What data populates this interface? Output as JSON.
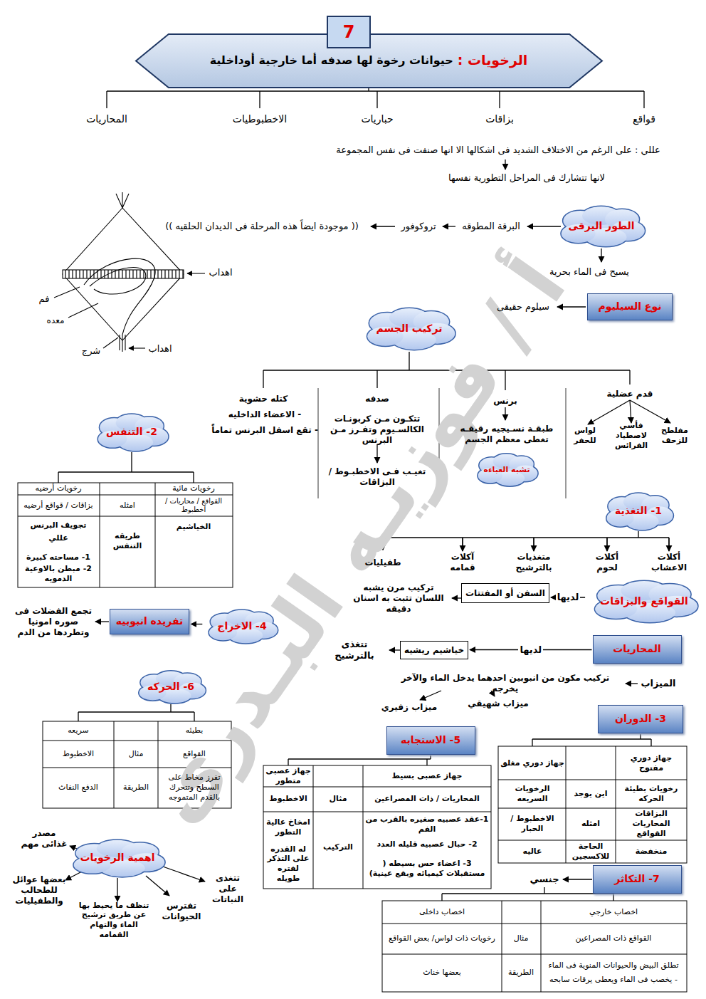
{
  "diagram": {
    "nodes": [
      {
        "text": [
          "الرخويات :",
          "حيوانات رخوة لها صدفه أما خارجية أوداخلية"
        ]
      },
      {
        "text": [
          "7"
        ],
        "in": 0
      },
      {
        "text": [
          "الطور اليرقى"
        ]
      },
      {
        "text": [
          "نوع السيليوم"
        ]
      },
      {
        "text": [
          "تركيب الجسم"
        ]
      },
      {
        "text": [
          "تشبه العباءه"
        ]
      },
      {
        "text": [
          "2- التنفس"
        ]
      },
      {
        "text": [
          "1- التغذية"
        ]
      },
      {
        "text": [
          "القواقع والبزاقات"
        ]
      },
      {
        "text": [
          "السفن أو المفتتات"
        ]
      },
      {
        "text": [
          "المحاريات"
        ]
      },
      {
        "text": [
          "خياشيم ريشيه"
        ]
      },
      {
        "text": [
          "4- الاخراج"
        ]
      },
      {
        "text": [
          "تفريده انبوبيه"
        ]
      },
      {
        "text": [
          "6- الحركه"
        ]
      },
      {
        "text": [
          "3- الدوران"
        ]
      },
      {
        "text": [
          "5- الاستجابه"
        ]
      },
      {
        "text": [
          "اهمية الرخويات"
        ]
      },
      {
        "text": [
          "7- التكاثر"
        ]
      }
    ],
    "edges": [
      {
        "from": 8,
        "to": 9,
        "label": "لديها",
        "arrow": "to"
      },
      {
        "from": 10,
        "to": 11,
        "label": "لديها",
        "arrow": "to"
      },
      {
        "from": 12,
        "to": 13,
        "arrow": "to"
      }
    ],
    "labels": [
      "قواقع",
      "بزاقات",
      "حباريات",
      "الاخطبوطيات",
      "المحاريات",
      "عللي : على الرغم من الاختلاف الشديد فى اشكالها الا انها صنفت فى نفس المجموعة",
      "لانها تتشارك فى المراحل التطورية نفسها",
      "البرقة المطوقه",
      "تروكوفور",
      "(( موجودة ايضاً هذه المرحلة فى الديدان الحلقيه ))",
      "يسبح فى الماء بحرية",
      "اهداب",
      "فم",
      "معده",
      "شرج",
      "اهداب",
      "سيلوم حقيقى",
      "قدم عضلية",
      "مفلطح للزحف",
      "فأسي لاصطياد الفرائس",
      "لواس للحفر",
      "برنس",
      "طبقـة نسـيجيه رقيقـه تغطى معظم الجسم",
      "صدفه",
      "تتكـون مـن كربونـات الكالسـيوم وتفـرز مـن البرنس",
      "تغيـب فـى الاخطبـوط / البزاقات",
      "كتله حشوية",
      "- الاعضاء الداخليه",
      "- تقع اسفل البرنس تماماً",
      "رخويات مائية",
      "رخويات أرضيه",
      "القواقع / محاريات / اخطبوط",
      "امثله",
      "بزاقات / قواقع أرضيه",
      "الخياشيم",
      "طريقه التنفس",
      "تجويف البرنس",
      "عللي",
      "1- مساحته كبيرة",
      "2- مبطن بالاوعية الدمويه",
      "أكلات الاعشاب",
      "أكلات لحوم",
      "متغذيات بالترشيح",
      "آكلات قمامه",
      "طفيليات",
      "تركيب مرن يشبه اللسان تثبت به اسنان دقيقه",
      "تتغذى بالترشيح",
      "الميزاب",
      "تركيب مكون من انبوبين احدهما يدخل الماء والآخر يخرجه",
      "ميزاب زفيري",
      "ميزاب شهيقي",
      "تجمع الفضلات فى صوره امونيا وتطردها من الدم",
      "بطيئه",
      "سريعه",
      "القواقع",
      "مثال",
      "الاخطبوط",
      "تفرز مخاط على السطح وتتحرك بالقدم المتموجه",
      "الطريقة",
      "الدفع النفاث",
      "جهاز دوري مفتوح",
      "جهاز دوري مغلق",
      "رخويات بطيئة الحركه",
      "اين يوجد",
      "الرخويات السريعه",
      "البزاقات المحاريات القواقع",
      "امثله",
      "الاخطبوط / الحبار",
      "منخفضة",
      "الحاجة للاكسجين",
      "عاليه",
      "جهاز عصبى بسيط",
      "جهاز عصبى متطور",
      "المحاريات / ذات المصراعين",
      "مثال",
      "الاخطبوط",
      "1-عقد عصبيه صغيره بالقرب من الفم",
      "2- حبال عصبيه قليله العدد",
      "3- اعضاء حس بسيطه ( مستقبلات كيميائه وبقع عينية)",
      "التركيب",
      "امخاخ عالية التطور",
      "له القدره على التذكر لفتره طويله",
      "مصدر غذائى مهم",
      "تتغذى على النباتات",
      "تفترس الحيوانات",
      "تنظف ما يحيط بها عن طريق ترشيح الماء والتهام القمامه",
      "بعضها عوائل للطحالب والطفيليات",
      "جنسي",
      "اخصاب خارجي",
      "اخصاب داخلى",
      "القواقع ذات المصراعين",
      "مثال",
      "رخويات ذات لواس/ بعض القواقع",
      "تطلق البيض والحيوانات المنوية فى الماء",
      "- يخصب فى الماء ويعطى يرقات سابحه",
      "الطريقة",
      "بعضها خناث",
      "أ / فوزيـه البـدرى"
    ]
  }
}
